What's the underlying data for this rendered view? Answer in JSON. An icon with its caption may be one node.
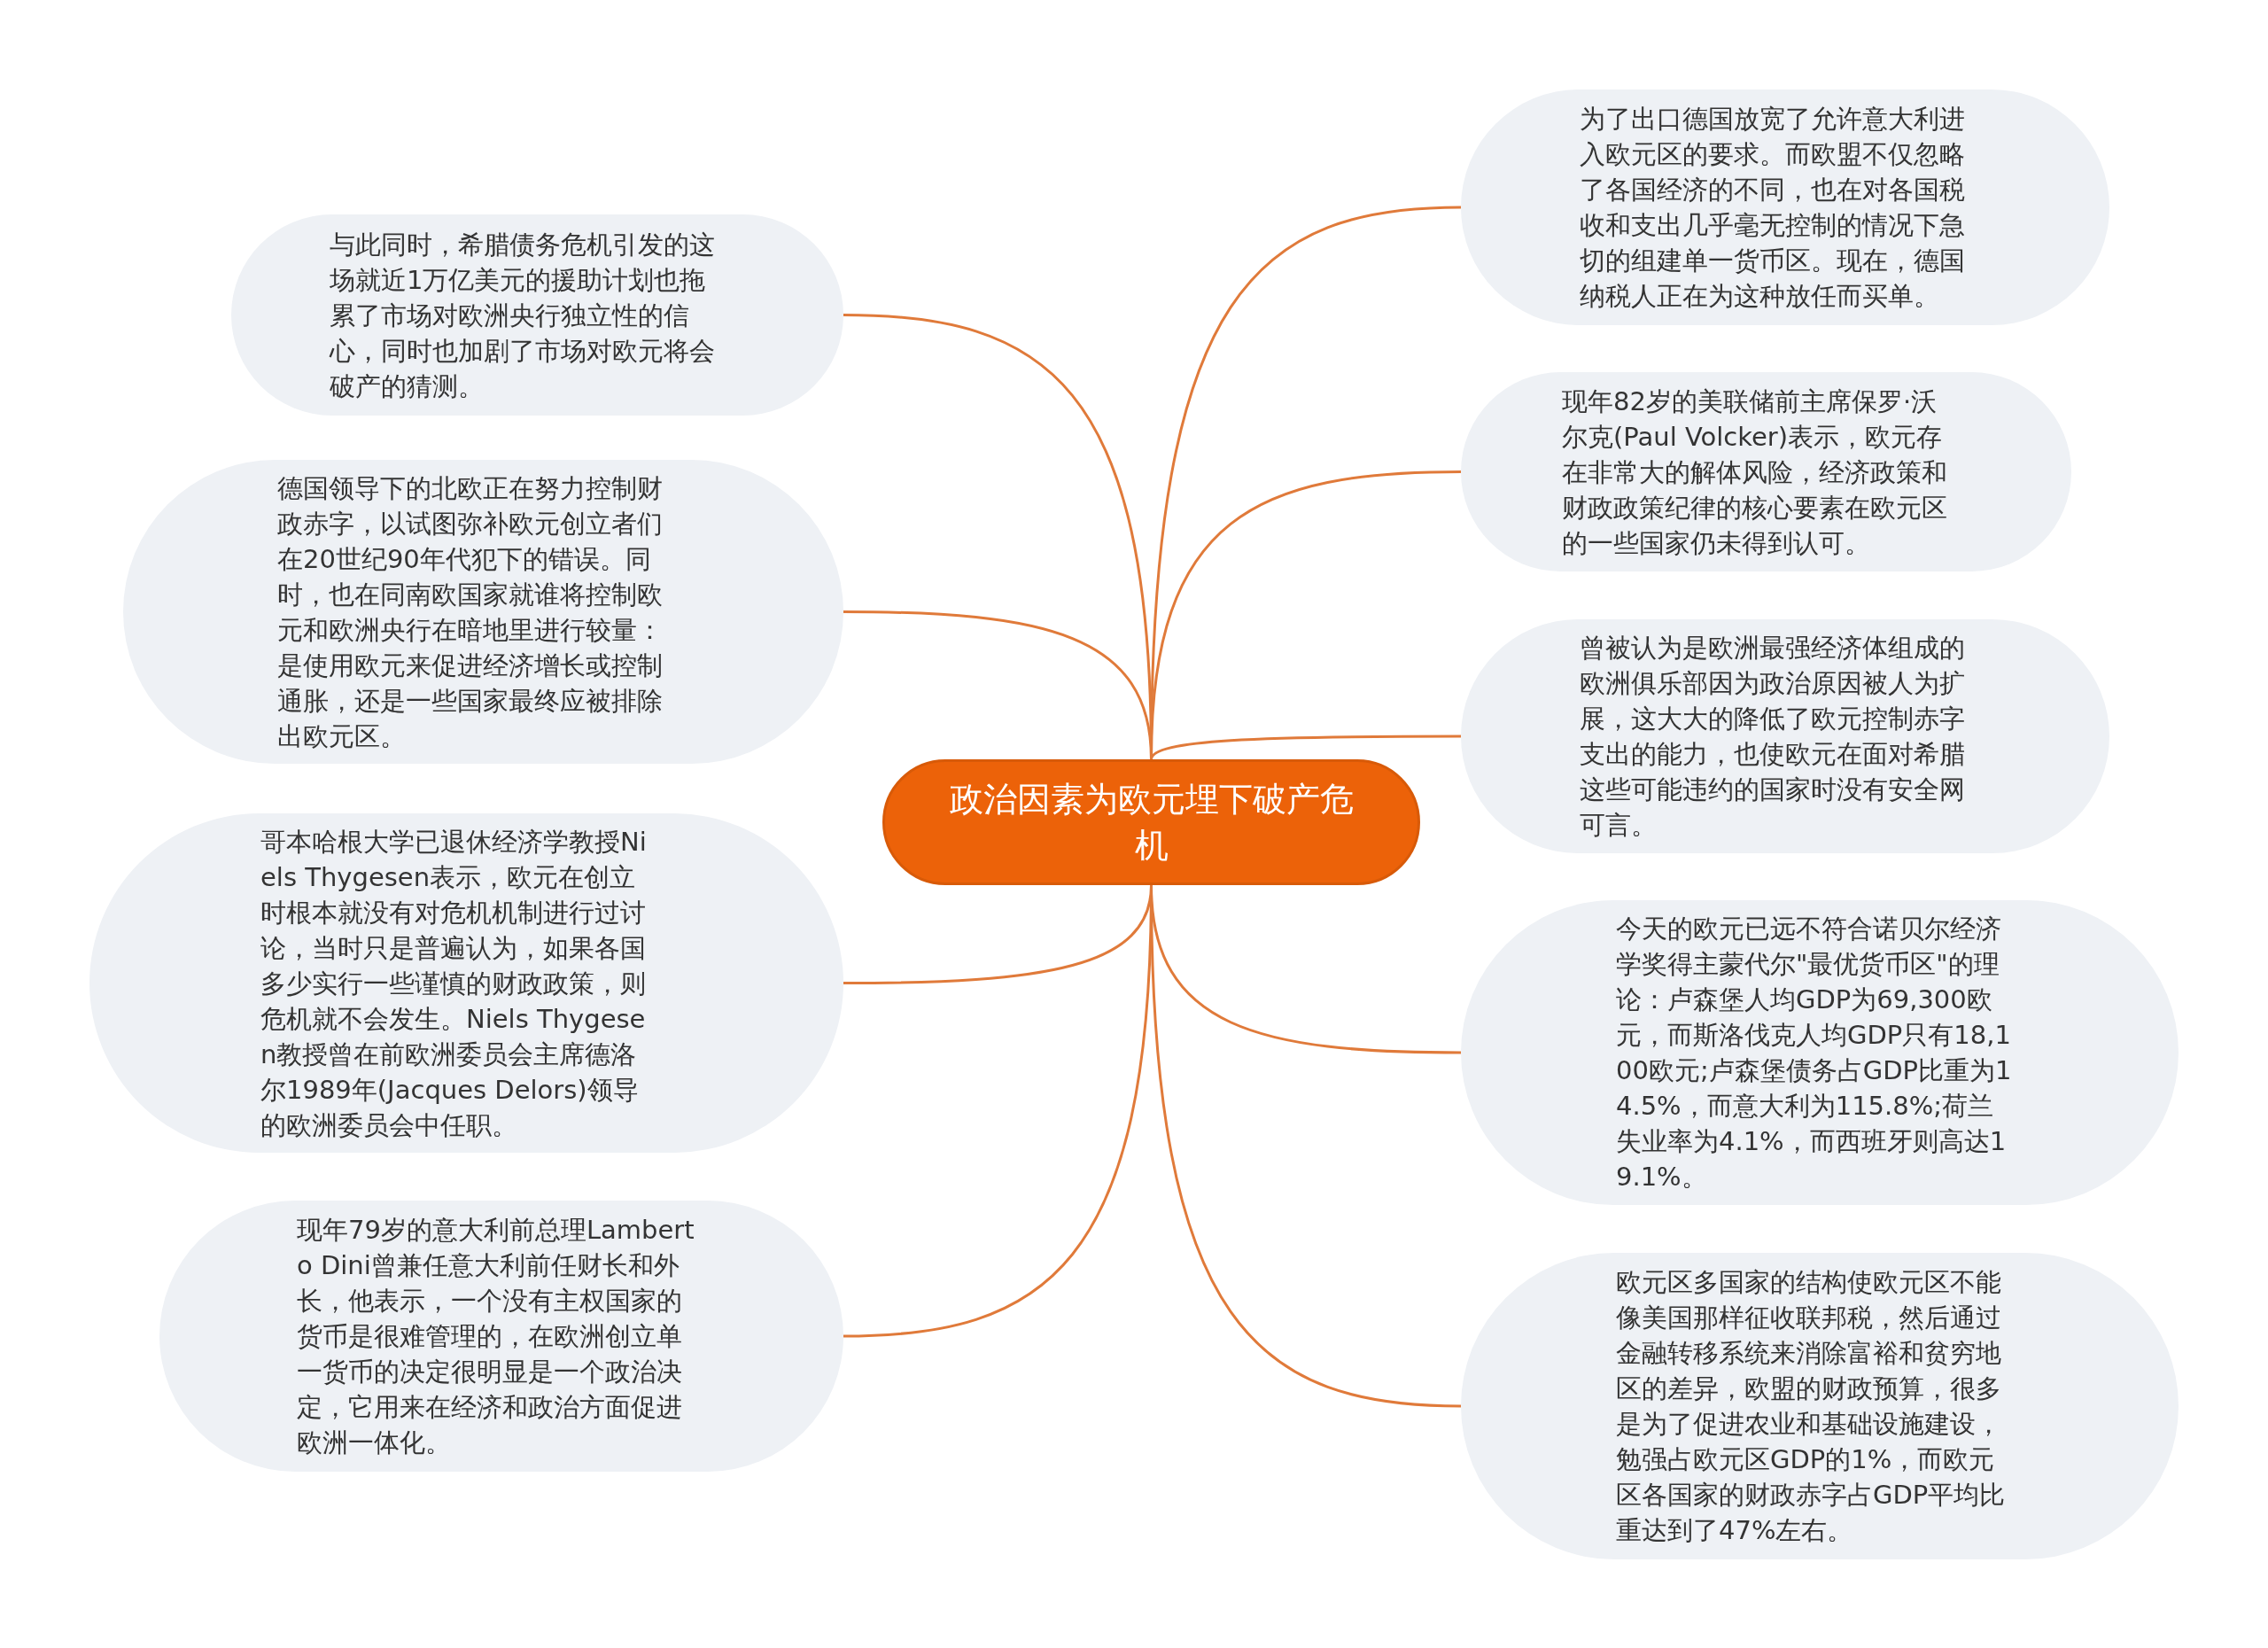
{
  "diagram": {
    "nodes": [
      {
        "text": [
          "政治因素为欧元埋下破产危机"
        ]
      },
      {
        "text": [
          "与此同时，希腊债务危机引发的这场就近1万亿美元的援助计划也拖累了市场对欧洲央行独立性的信心，同时也加剧了市场对欧元将会破产的猜测。"
        ]
      },
      {
        "text": [
          "德国领导下的北欧正在努力控制财政赤字，以试图弥补欧元创立者们在20世纪90年代犯下的错误。同时，也在同南欧国家就谁将控制欧元和欧洲央行在暗地里进行较量：是使用欧元来促进经济增长或控制通胀，还是一些国家最终应被排除出欧元区。"
        ]
      },
      {
        "text": [
          "哥本哈根大学已退休经济学教授Niels Thygesen表示，欧元在创立时根本就没有对危机机制进行过讨论，当时只是普遍认为，如果各国多少实行一些谨慎的财政政策，则危机就不会发生。Niels Thygesen教授曾在前欧洲委员会主席德洛尔1989年(Jacques Delors)领导的欧洲委员会中任职。"
        ]
      },
      {
        "text": [
          "现年79岁的意大利前总理Lamberto Dini曾兼任意大利前任财长和外长，他表示，一个没有主权国家的货币是很难管理的，在欧洲创立单一货币的决定很明显是一个政治决定，它用来在经济和政治方面促进欧洲一体化。"
        ]
      },
      {
        "text": [
          "为了出口德国放宽了允许意大利进入欧元区的要求。而欧盟不仅忽略了各国经济的不同，也在对各国税收和支出几乎毫无控制的情况下急切的组建单一货币区。现在，德国纳税人正在为这种放任而买单。"
        ]
      },
      {
        "text": [
          "现年82岁的美联储前主席保罗·沃尔克(Paul Volcker)表示，欧元存在非常大的解体风险，经济政策和财政政策纪律的核心要素在欧元区的一些国家仍未得到认可。"
        ]
      },
      {
        "text": [
          "曾被认为是欧洲最强经济体组成的欧洲俱乐部因为政治原因被人为扩展，这大大的降低了欧元控制赤字支出的能力，也使欧元在面对希腊这些可能违约的国家时没有安全网可言。"
        ]
      },
      {
        "text": [
          "今天的欧元已远不符合诺贝尔经济学奖得主蒙代尔\"最优货币区\"的理论：卢森堡人均GDP为69,300欧元，而斯洛伐克人均GDP只有18,100欧元;卢森堡债务占GDP比重为14.5%，而意大利为115.8%;荷兰失业率为4.1%，而西班牙则高达19.1%。"
        ]
      },
      {
        "text": [
          "欧元区多国家的结构使欧元区不能像美国那样征收联邦税，然后通过金融转移系统来消除富裕和贫穷地区的差异，欧盟的财政预算，很多是为了促进农业和基础设施建设，勉强占欧元区GDP的1%，而欧元区各国家的财政赤字占GDP平均比重达到了47%左右。"
        ]
      }
    ],
    "edges": [
      {
        "from": 0,
        "to": 1,
        "arrow": "none"
      },
      {
        "from": 0,
        "to": 2,
        "arrow": "none"
      },
      {
        "from": 0,
        "to": 3,
        "arrow": "none"
      },
      {
        "from": 0,
        "to": 4,
        "arrow": "none"
      },
      {
        "from": 0,
        "to": 5,
        "arrow": "none"
      },
      {
        "from": 0,
        "to": 6,
        "arrow": "none"
      },
      {
        "from": 0,
        "to": 7,
        "arrow": "none"
      },
      {
        "from": 0,
        "to": 8,
        "arrow": "none"
      },
      {
        "from": 0,
        "to": 9,
        "arrow": "none"
      }
    ]
  }
}
